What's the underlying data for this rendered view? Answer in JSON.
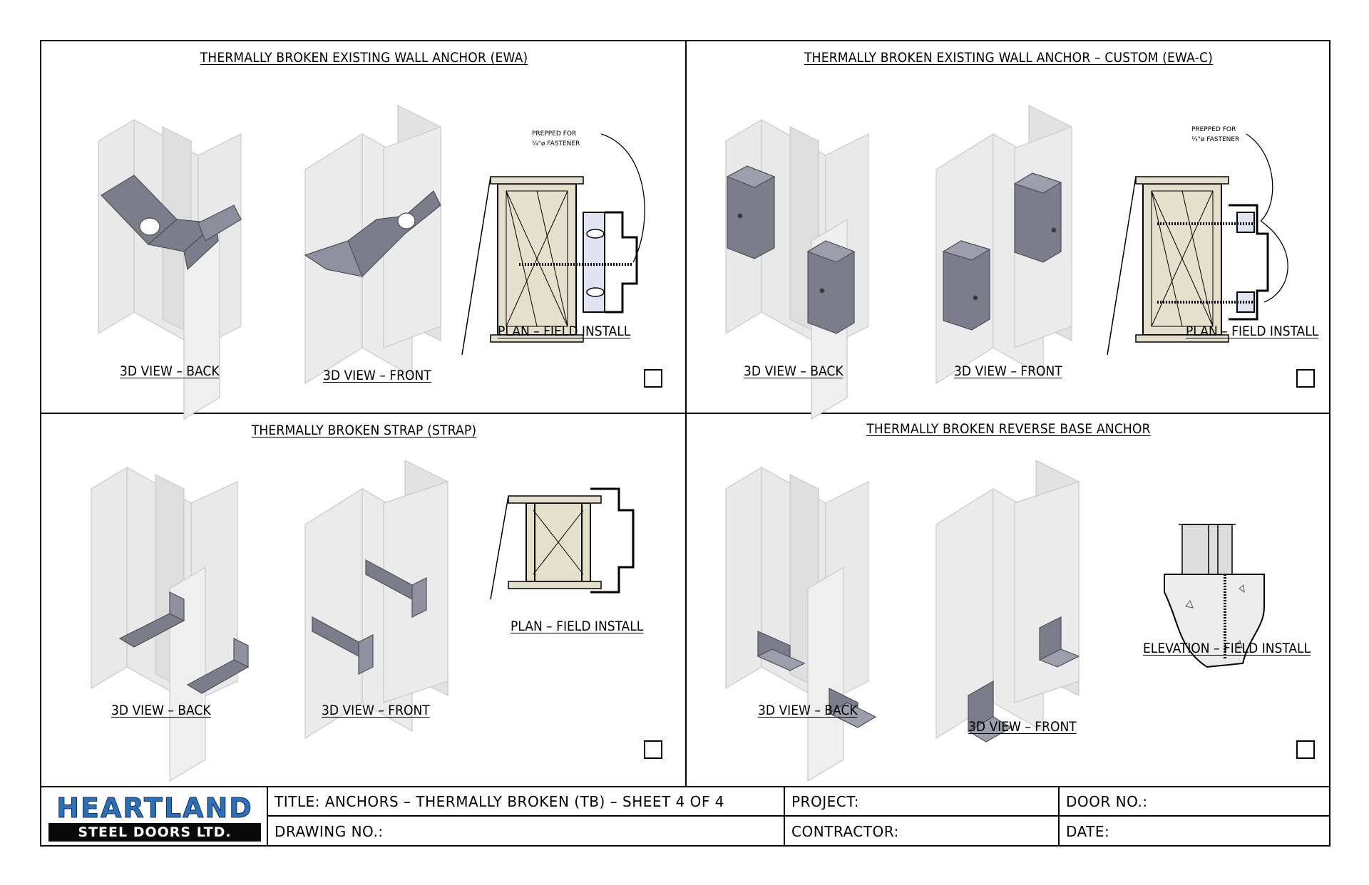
{
  "panels": [
    {
      "title": "THERMALLY BROKEN EXISTING WALL ANCHOR (EWA)",
      "views": [
        "3D VIEW – BACK",
        "3D VIEW – FRONT",
        "PLAN – FIELD INSTALL"
      ],
      "callout": [
        "PREPPED FOR",
        "¼\"ø FASTENER"
      ]
    },
    {
      "title": "THERMALLY BROKEN EXISTING WALL ANCHOR – CUSTOM (EWA-C)",
      "views": [
        "3D VIEW – BACK",
        "3D VIEW – FRONT",
        "PLAN – FIELD INSTALL"
      ],
      "callout": [
        "PREPPED FOR",
        "¼\"ø FASTENER"
      ]
    },
    {
      "title": "THERMALLY BROKEN STRAP (STRAP)",
      "views": [
        "3D VIEW – BACK",
        "3D VIEW – FRONT",
        "PLAN – FIELD INSTALL"
      ]
    },
    {
      "title": "THERMALLY BROKEN REVERSE BASE ANCHOR",
      "views": [
        "3D VIEW – BACK",
        "3D VIEW – FRONT",
        "ELEVATION – FIELD INSTALL"
      ]
    }
  ],
  "title_block": {
    "logo_line1": "HEARTLAND",
    "logo_line2": "STEEL DOORS LTD.",
    "title": "TITLE:  ANCHORS – THERMALLY BROKEN (TB) – SHEET 4 OF 4",
    "drawing_no": "DRAWING NO.:",
    "project": "PROJECT:",
    "contractor": "CONTRACTOR:",
    "door_no": "DOOR NO.:",
    "date": "DATE:"
  },
  "colors": {
    "frame_fill": "#e8e8e8",
    "anchor_fill": "#7b7e8a",
    "wood_fill": "#e5e0cc",
    "insulator_fill": "#dfe3f2",
    "logo_blue": "#2f6fb5"
  }
}
